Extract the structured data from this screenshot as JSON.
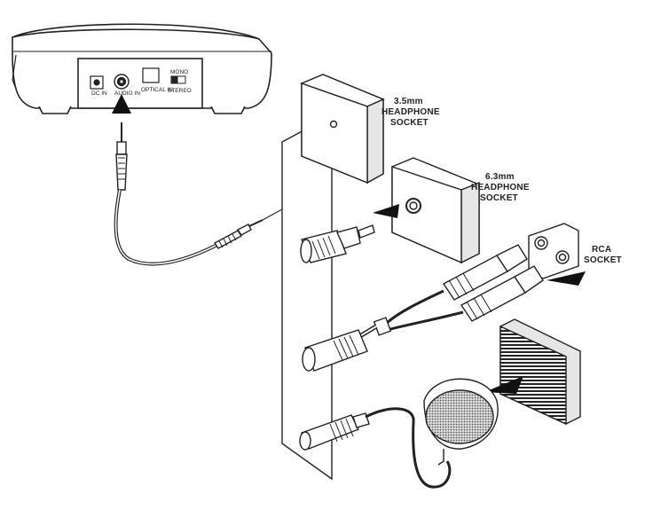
{
  "base_unit": {
    "ports": {
      "dc_in": "DC IN",
      "audio_in": "AUDIO IN",
      "optical_in": "OPTICAL IN",
      "mono": "MONO",
      "stereo": "STEREO"
    }
  },
  "labels": {
    "headphone_35": [
      "3.5mm",
      "HEADPHONE",
      "SOCKET"
    ],
    "headphone_63": [
      "6.3mm",
      "HEADPHONE",
      "SOCKET"
    ],
    "rca": [
      "RCA",
      "SOCKET"
    ]
  },
  "colors": {
    "ink": "#222222",
    "panel": "#e6e6e6",
    "fill": "#ffffff"
  }
}
